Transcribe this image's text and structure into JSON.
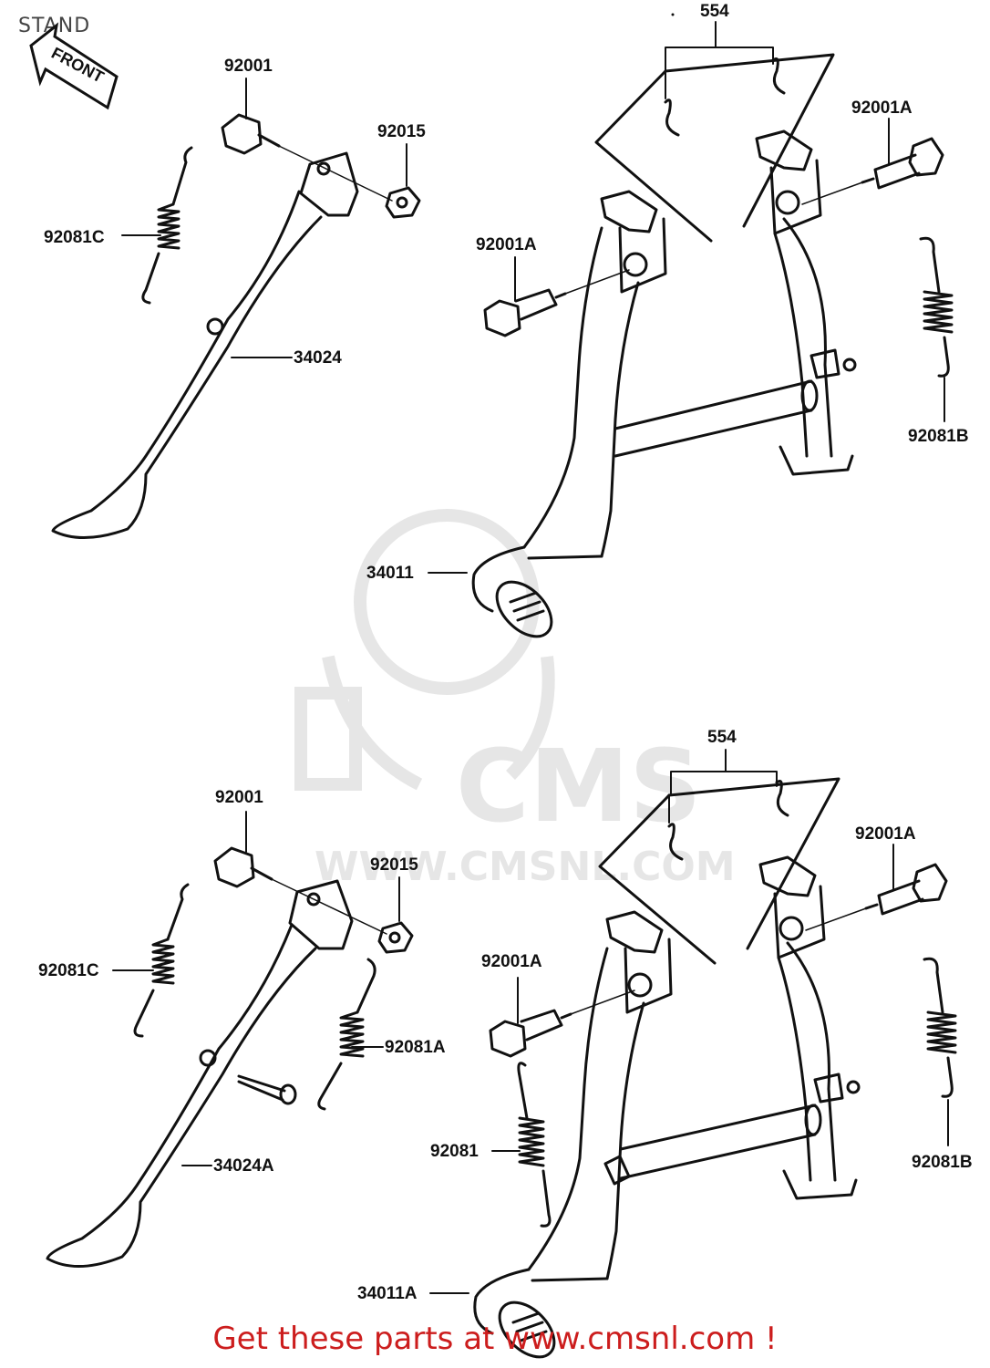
{
  "header": {
    "title": "STAND"
  },
  "front_arrow": {
    "label": "FRONT"
  },
  "watermark": {
    "brand": "CMS",
    "url": "WWW.CMSNL.COM"
  },
  "upper_assembly": {
    "labels": {
      "bolt_side": "92001",
      "nut": "92015",
      "spring_side": "92081C",
      "side_stand": "34024",
      "pin_set": "554",
      "bolt_right": "92001A",
      "bolt_left": "92001A",
      "spring_right": "92081B",
      "main_stand": "34011"
    }
  },
  "lower_assembly": {
    "labels": {
      "bolt_side": "92001",
      "nut": "92015",
      "spring_side": "92081C",
      "spring_extra": "92081A",
      "side_stand": "34024A",
      "pin_set": "554",
      "bolt_right": "92001A",
      "bolt_left": "92001A",
      "spring_right": "92081B",
      "spring_main": "92081",
      "main_stand": "34011A"
    }
  },
  "footer": {
    "promo": "Get these parts at www.cmsnl.com !"
  },
  "colors": {
    "line": "#111111",
    "promo": "#cc1d1d",
    "watermark": "#e6e6e6"
  }
}
